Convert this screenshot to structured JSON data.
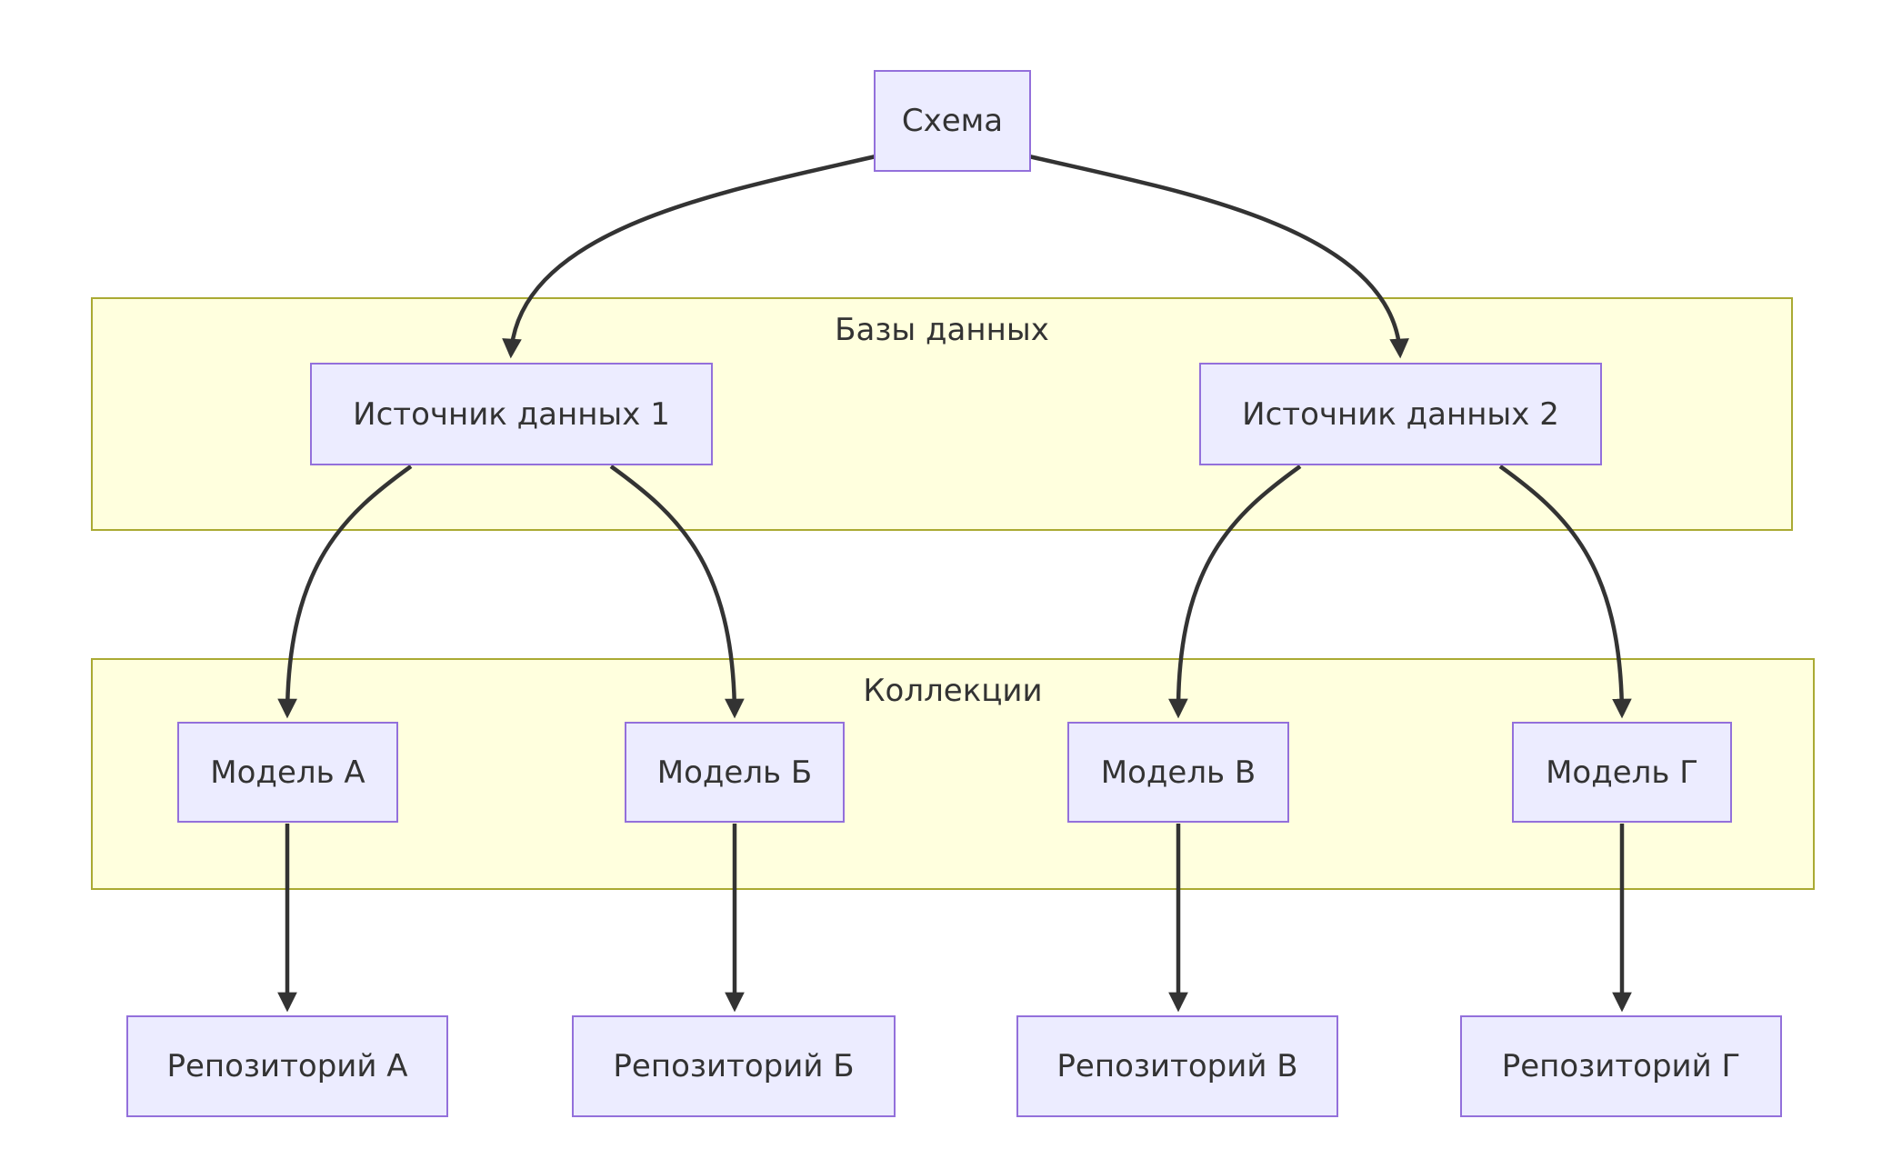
{
  "diagram": {
    "type": "flowchart",
    "nodes": {
      "schema": "Схема",
      "ds1": "Источник данных 1",
      "ds2": "Источник данных 2",
      "model_a": "Модель А",
      "model_b": "Модель Б",
      "model_v": "Модель В",
      "model_g": "Модель Г",
      "repo_a": "Репозиторий А",
      "repo_b": "Репозиторий Б",
      "repo_v": "Репозиторий В",
      "repo_g": "Репозиторий Г"
    },
    "clusters": {
      "databases": "Базы данных",
      "collections": "Коллекции"
    },
    "edges": [
      {
        "from": "Схема",
        "to": "Источник данных 1"
      },
      {
        "from": "Схема",
        "to": "Источник данных 2"
      },
      {
        "from": "Источник данных 1",
        "to": "Модель А"
      },
      {
        "from": "Источник данных 1",
        "to": "Модель Б"
      },
      {
        "from": "Источник данных 2",
        "to": "Модель В"
      },
      {
        "from": "Источник данных 2",
        "to": "Модель Г"
      },
      {
        "from": "Модель А",
        "to": "Репозиторий А"
      },
      {
        "from": "Модель Б",
        "to": "Репозиторий Б"
      },
      {
        "from": "Модель В",
        "to": "Репозиторий В"
      },
      {
        "from": "Модель Г",
        "to": "Репозиторий Г"
      }
    ]
  },
  "colors": {
    "background": "#ffffff",
    "node_fill": "#ececff",
    "node_border": "#9370db",
    "cluster_fill": "#ffffde",
    "cluster_border": "#aaaa33",
    "edge": "#333333",
    "text": "#333333"
  }
}
